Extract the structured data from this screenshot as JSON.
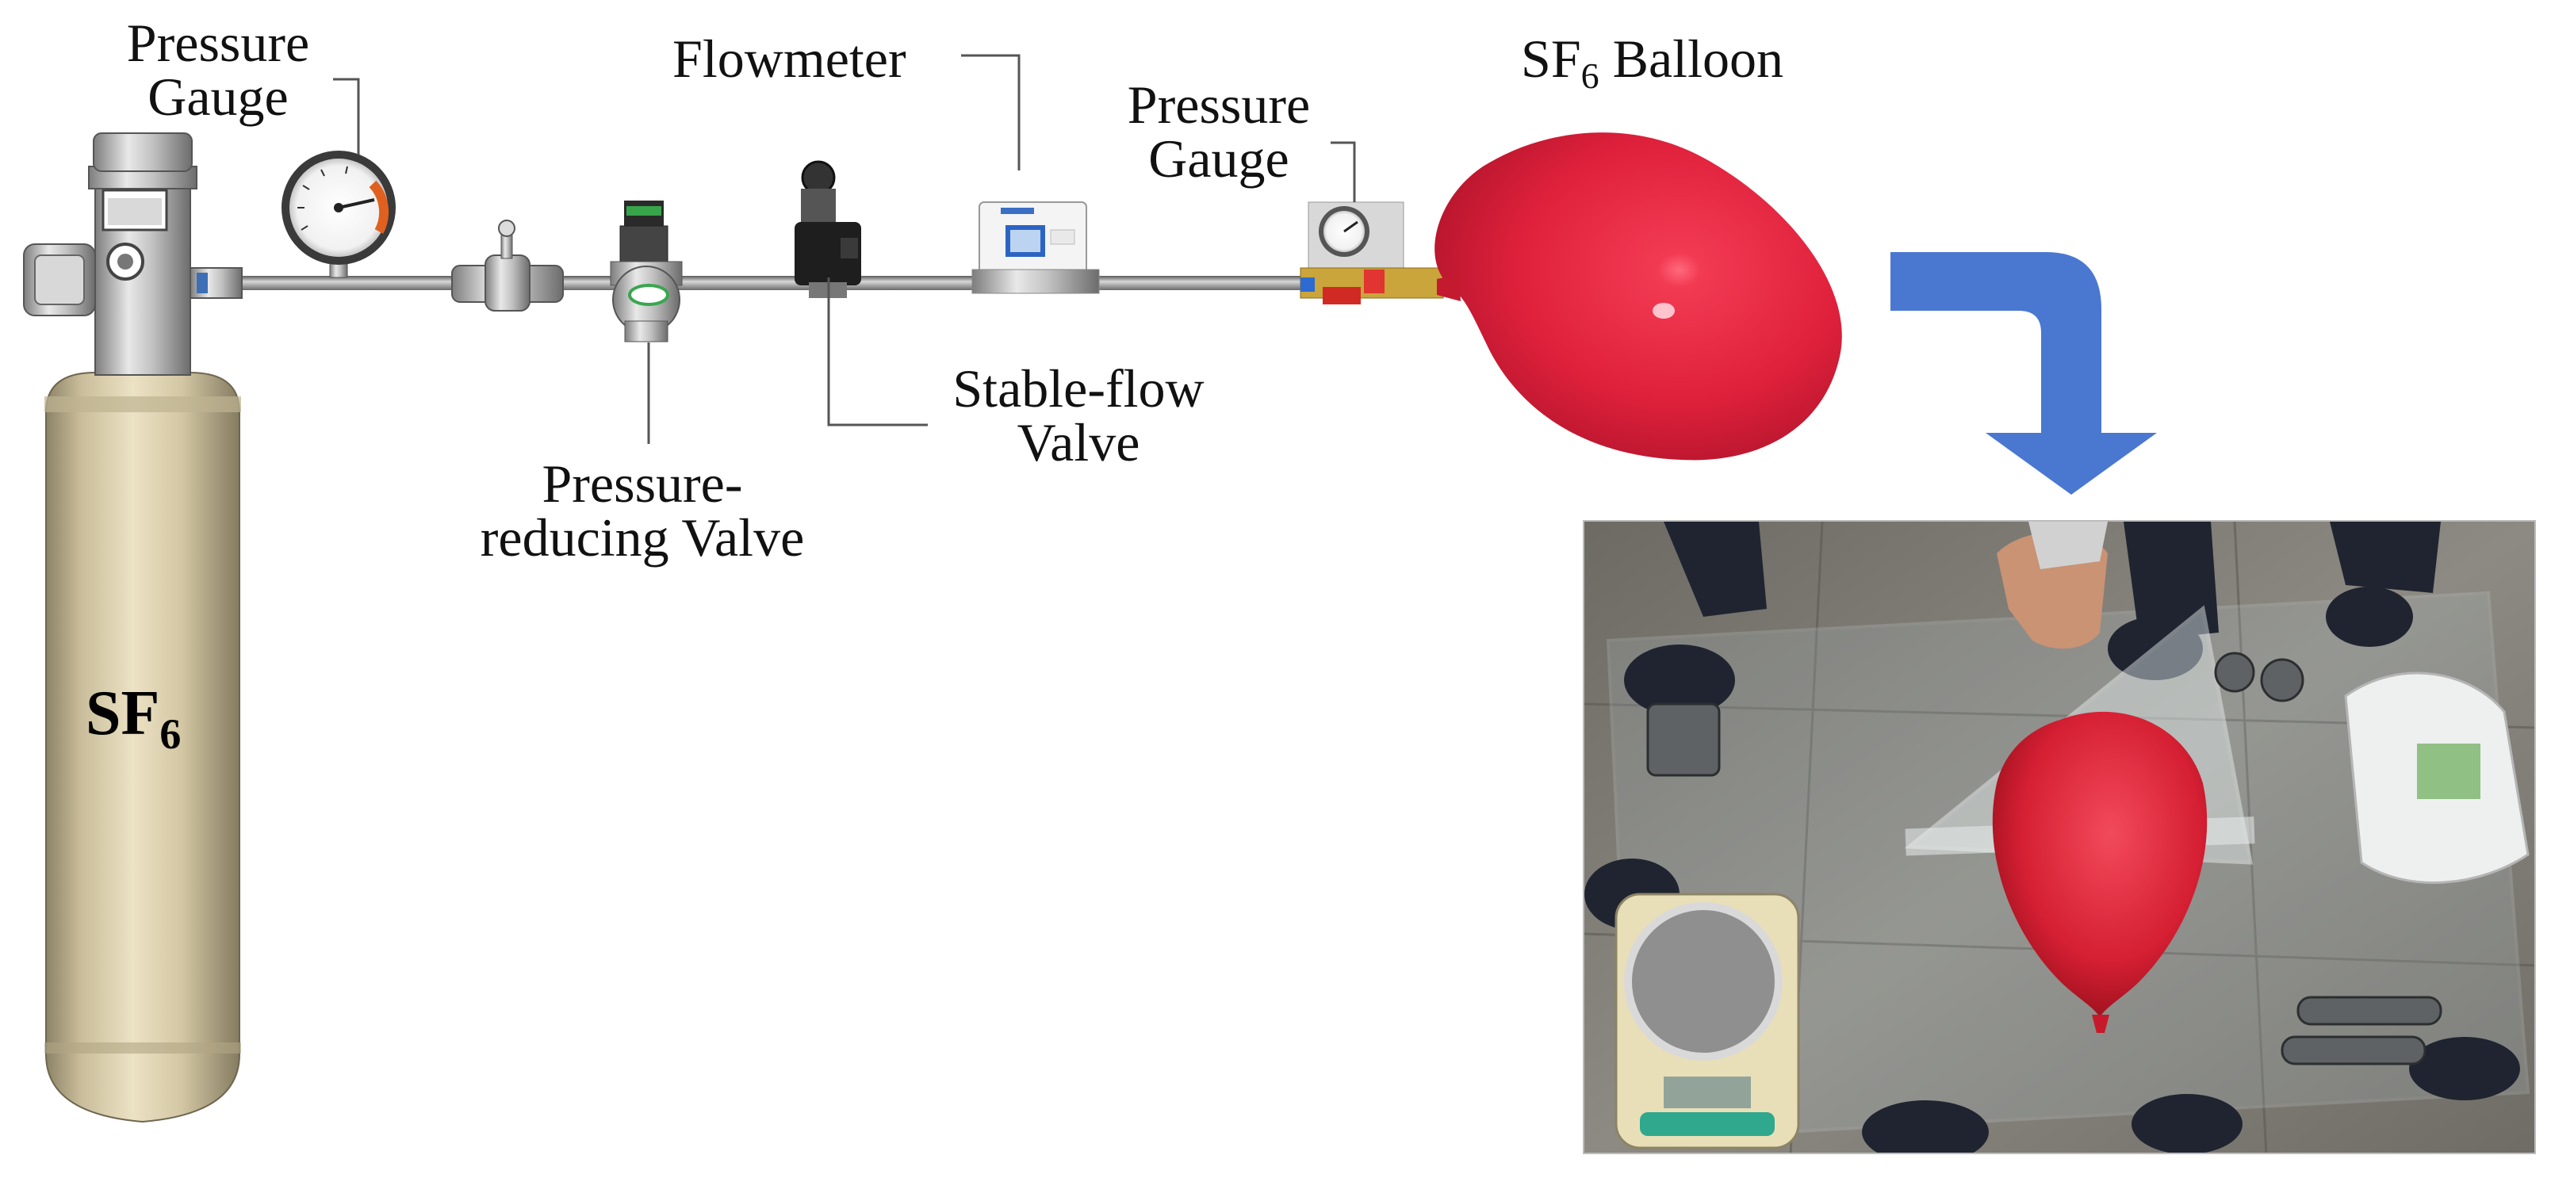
{
  "labels": {
    "pressure_gauge_1_line1": "Pressure",
    "pressure_gauge_1_line2": "Gauge",
    "flowmeter": "Flowmeter",
    "pressure_gauge_2_line1": "Pressure",
    "pressure_gauge_2_line2": "Gauge",
    "balloon_main": "SF",
    "balloon_sub": "6",
    "balloon_rest": " Balloon",
    "stable_flow_line1": "Stable-flow",
    "stable_flow_line2": "Valve",
    "pressure_reducing_line1": "Pressure-",
    "pressure_reducing_line2": "reducing Valve",
    "cylinder_main": "SF",
    "cylinder_sub": "6"
  },
  "colors": {
    "cylinder_body": "#d8ccaa",
    "pipe": "#9b9b9b",
    "balloon": "#e6213c",
    "arrow": "#4a78d0",
    "leader_line": "#555555"
  },
  "icons": {
    "arrow": "curved-down-arrow-icon",
    "gauge": "pressure-gauge-icon",
    "flowmeter": "flowmeter-display-icon"
  }
}
